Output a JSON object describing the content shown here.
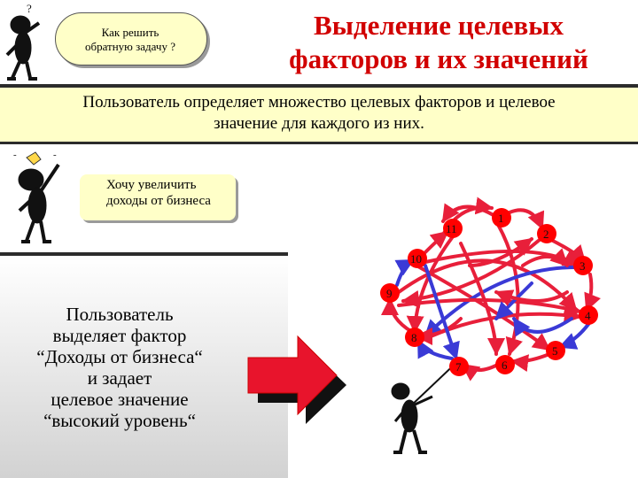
{
  "header": {
    "title_line1": "Выделение целевых",
    "title_line2": "факторов и их значений"
  },
  "thought_bubble": {
    "line1": "Как решить",
    "line2": "обратную задачу ?"
  },
  "description": {
    "line1": "Пользователь определяет множество целевых факторов и целевое",
    "line2": "значение для каждого из них."
  },
  "speech_bubble": {
    "line1": "Хочу увеличить",
    "line2": "доходы от бизнеса"
  },
  "side_note": {
    "lines": [
      "Пользователь",
      "выделяет фактор",
      "“Доходы от бизнеса“",
      "и задает",
      "целевое значение",
      "“высокий уровень“"
    ]
  },
  "graph": {
    "nodes": [
      {
        "label": "1"
      },
      {
        "label": "2"
      },
      {
        "label": "3"
      },
      {
        "label": "4"
      },
      {
        "label": "5"
      },
      {
        "label": "6"
      },
      {
        "label": "7"
      },
      {
        "label": "8"
      },
      {
        "label": "9"
      },
      {
        "label": "10"
      },
      {
        "label": "11"
      }
    ],
    "colors": {
      "node": "#ff0000",
      "edge_red": "#e81f3a",
      "edge_blue": "#3a3ad6"
    }
  },
  "icons": {
    "figure_top": "thinking-stick-figure",
    "figure_middle": "pointing-stick-figure",
    "figure_bottom": "pointer-stick-figure",
    "arrow": "red-arrow"
  }
}
